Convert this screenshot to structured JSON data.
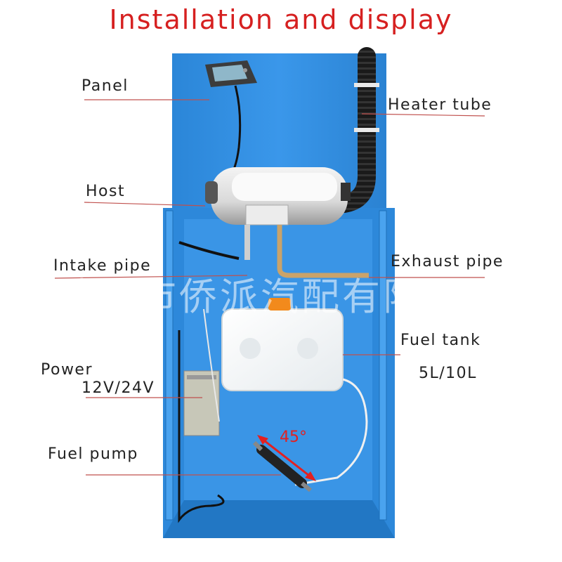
{
  "title": "Installation and display",
  "labels": {
    "panel": "Panel",
    "heater_tube": "Heater tube",
    "host": "Host",
    "intake_pipe": "Intake pipe",
    "exhaust_pipe": "Exhaust pipe",
    "fuel_tank": "Fuel tank",
    "fuel_tank_capacity": "5L/10L",
    "power": "Power",
    "power_voltage": "12V/24V",
    "fuel_pump": "Fuel pump",
    "pump_angle": "45°"
  },
  "watermark": "瑞安市侨派汽配有限公司",
  "colors": {
    "title": "#d62020",
    "board": "#2f8fe0",
    "leader_lines": "#c0504d",
    "angle_arrow": "#e32020"
  },
  "icons": {
    "panel": "lcd-controller-icon",
    "host": "heater-unit-icon",
    "fuel_tank": "fuel-tank-icon",
    "power": "power-supply-icon",
    "fuel_pump": "fuel-pump-icon"
  }
}
